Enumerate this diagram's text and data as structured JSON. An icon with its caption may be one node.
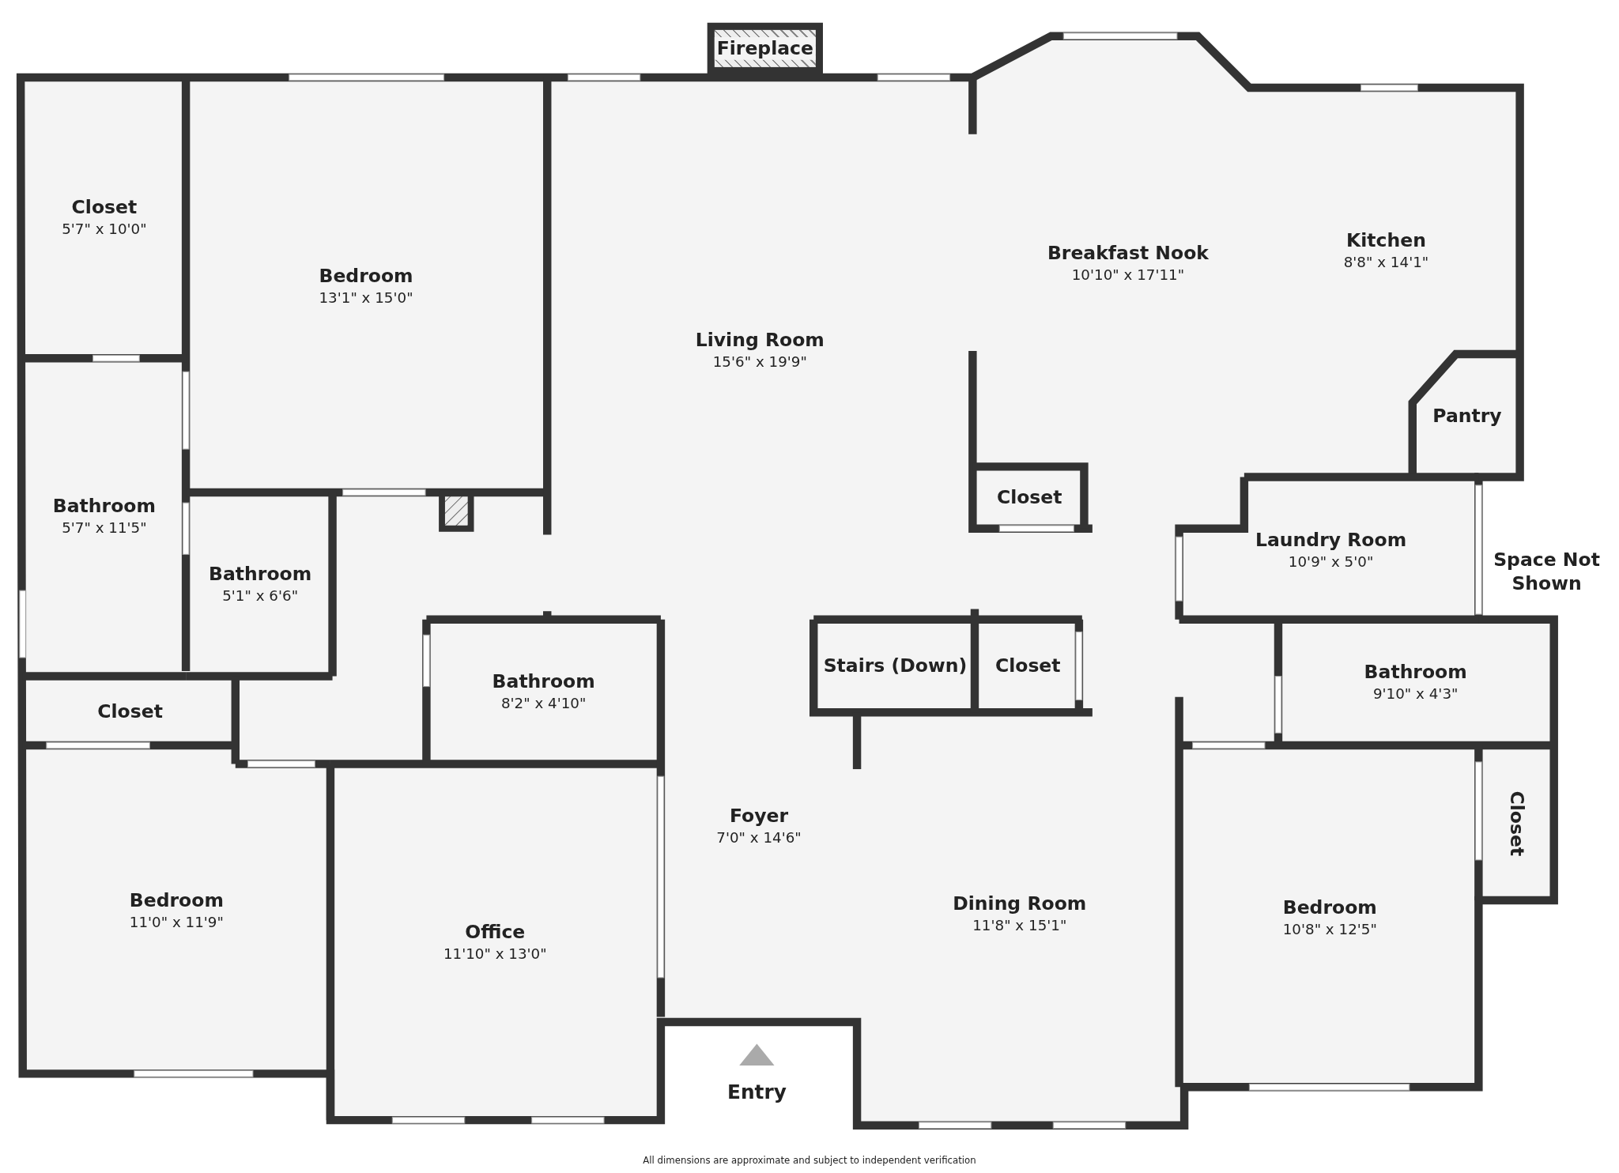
{
  "diagram": {
    "nodes": [
      {
        "text": [
          "Fireplace"
        ]
      },
      {
        "text": [
          "Closet",
          "5'7\" x 10'0\""
        ]
      },
      {
        "text": [
          "Kitchen",
          "8'8\" x 14'1\""
        ]
      },
      {
        "text": [
          "Breakfast Nook",
          "10'10\" x 17'11\""
        ]
      },
      {
        "text": [
          "Bedroom",
          "13'1\" x 15'0\""
        ]
      },
      {
        "text": [
          "Living Room",
          "15'6\" x 19'9\""
        ]
      },
      {
        "text": [
          "Pantry"
        ]
      },
      {
        "text": [
          "Closet"
        ]
      },
      {
        "text": [
          "Bathroom",
          "5'7\" x 11'5\""
        ]
      },
      {
        "text": [
          "Laundry Room",
          "10'9\" x 5'0\""
        ]
      },
      {
        "text": [
          "Bathroom",
          "5'1\" x 6'6\""
        ]
      },
      {
        "text": [
          "Stairs (Down)"
        ]
      },
      {
        "text": [
          "Closet"
        ]
      },
      {
        "text": [
          "Bathroom",
          "9'10\" x 4'3\""
        ]
      },
      {
        "text": [
          "Bathroom",
          "8'2\" x 4'10\""
        ]
      },
      {
        "text": [
          "Closet"
        ]
      },
      {
        "text": [
          "Foyer",
          "7'0\" x 14'6\""
        ]
      },
      {
        "text": [
          "Closet"
        ]
      },
      {
        "text": [
          "Bedroom",
          "11'0\" x 11'9\""
        ]
      },
      {
        "text": [
          "Dining Room",
          "11'8\" x 15'1\""
        ]
      },
      {
        "text": [
          "Bedroom",
          "10'8\" x 12'5\""
        ]
      },
      {
        "text": [
          "Office",
          "11'10\" x 13'0\""
        ]
      }
    ],
    "labels": [
      "Space Not Shown",
      "Entry",
      "All dimensions are approximate and subject to independent verification"
    ]
  }
}
